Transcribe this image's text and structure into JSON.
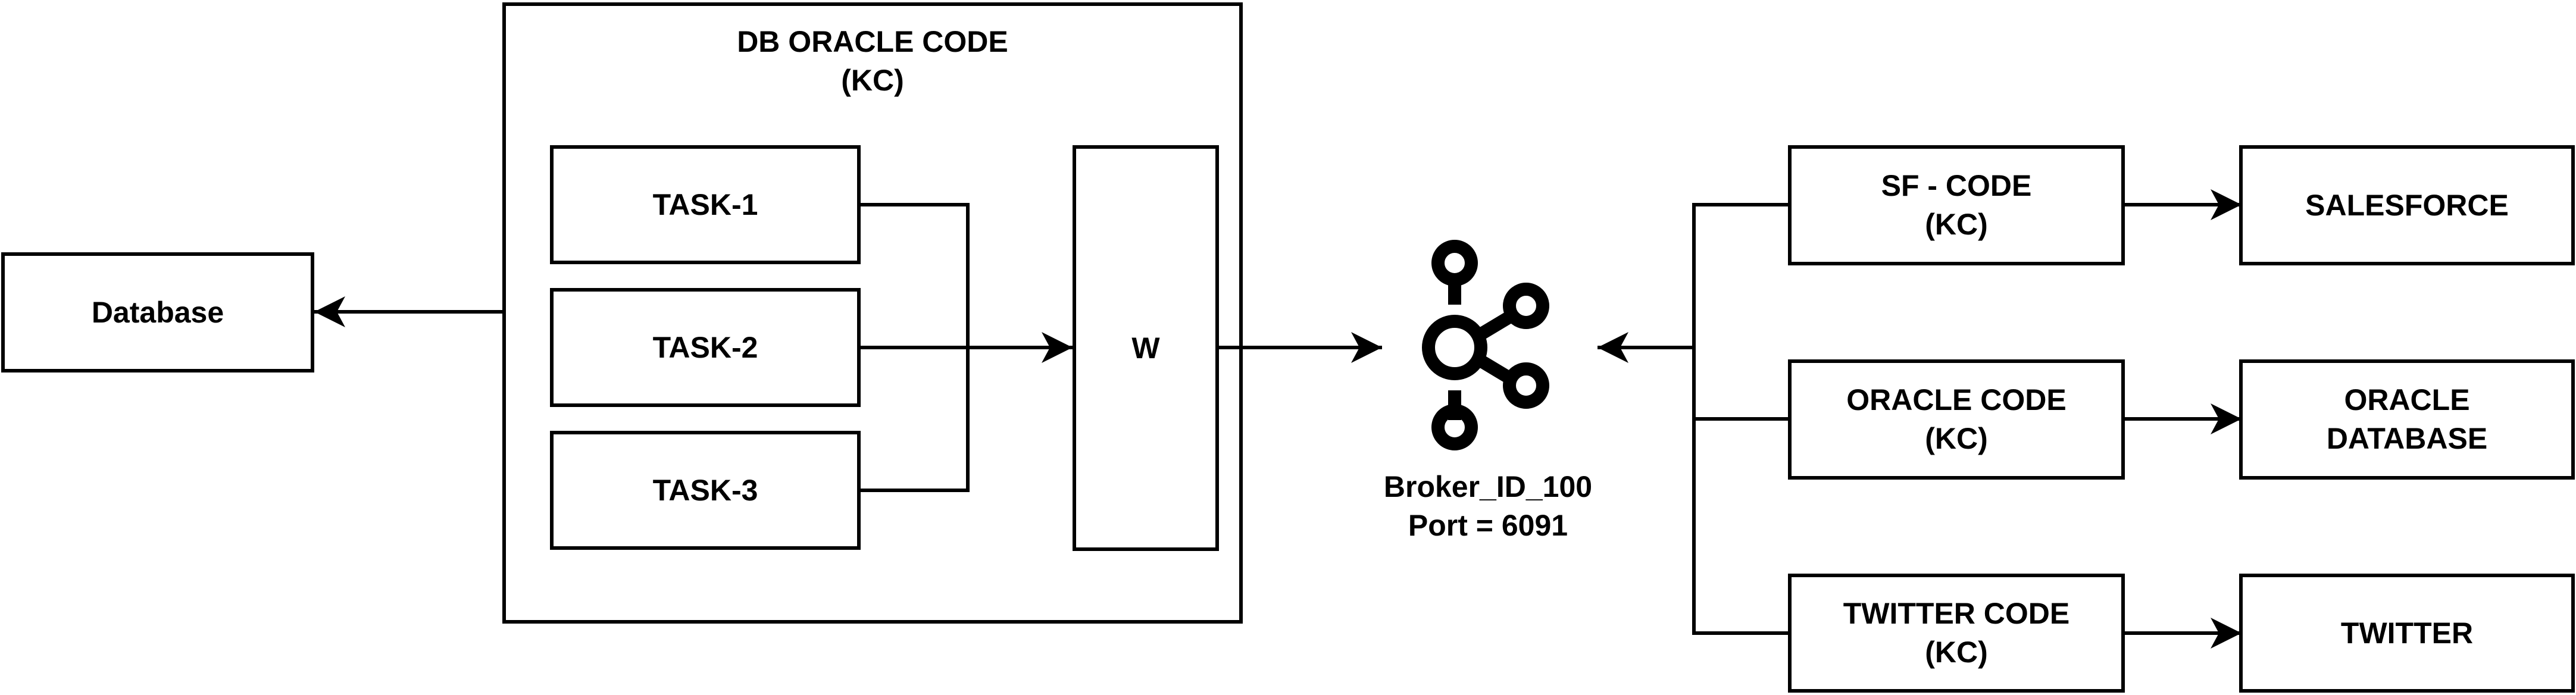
{
  "diagram": {
    "database": {
      "label": "Database"
    },
    "connector": {
      "title_line1": "DB ORACLE CODE",
      "title_line2": "(KC)"
    },
    "tasks": [
      {
        "label": "TASK-1"
      },
      {
        "label": "TASK-2"
      },
      {
        "label": "TASK-3"
      }
    ],
    "worker": {
      "label": "W"
    },
    "broker": {
      "icon": "kafka-icon",
      "id_label": "Broker_ID_100",
      "port_label": "Port = 6091"
    },
    "source_connectors": [
      {
        "line1": "SF - CODE",
        "line2": "(KC)"
      },
      {
        "line1": "ORACLE CODE",
        "line2": "(KC)"
      },
      {
        "line1": "TWITTER CODE",
        "line2": "(KC)"
      }
    ],
    "sources": [
      {
        "line1": "SALESFORCE",
        "line2": ""
      },
      {
        "line1": "ORACLE",
        "line2": "DATABASE"
      },
      {
        "line1": "TWITTER",
        "line2": ""
      }
    ],
    "colors": {
      "stroke": "#000000",
      "fill": "#ffffff",
      "text": "#000000"
    }
  }
}
